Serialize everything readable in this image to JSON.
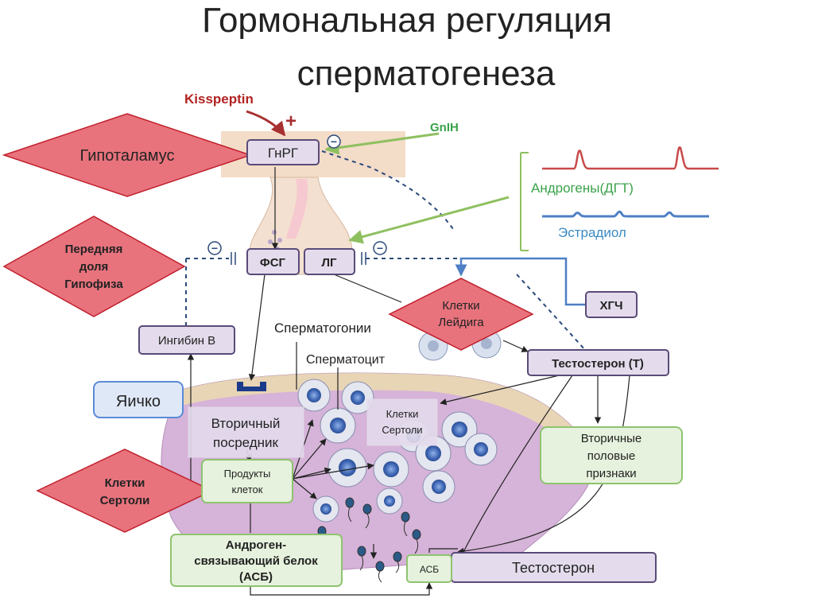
{
  "title": {
    "line1": "Гормональная регуляция",
    "line2": "сперматогенеза"
  },
  "labels": {
    "kisspeptin": "Kisspeptin",
    "gnih": "GnIH",
    "hypothalamus": "Гипоталамус",
    "gnrh": "ГнРГ",
    "anterior_pituitary": [
      "Передняя",
      "доля",
      "Гипофиза"
    ],
    "fsh": "ФСГ",
    "lh": "ЛГ",
    "androgens_dht": "Андрогены(ДГТ)",
    "estradiol": "Эстрадиол",
    "hcg": "ХГЧ",
    "leydig_cells": [
      "Клетки",
      "Лейдига"
    ],
    "inhibin_b": "Ингибин В",
    "spermatogonia": "Сперматогонии",
    "spermatocyte": "Сперматоцит",
    "testosterone_t": "Тестостерон (Т)",
    "testis": "Яичко",
    "secondary_messenger": [
      "Вторичный",
      "посредник"
    ],
    "sertoli_cells_inner": [
      "Клетки",
      "Сертоли"
    ],
    "sertoli_cells": [
      "Клетки",
      "Сертоли"
    ],
    "secondary_sex_traits": [
      "Вторичные",
      "половые",
      "признаки"
    ],
    "cell_products": [
      "Продукты",
      "клеток"
    ],
    "abp": [
      "Андроген-",
      "связывающий белок",
      "(АСБ)"
    ],
    "abp_short": "АСБ",
    "testosterone": "Тестостерон",
    "minus_sign": "−",
    "plus_sign": "+"
  },
  "colors": {
    "diamond_fill": "#e8737d",
    "diamond_stroke": "#c0202c",
    "purple_box_fill": "#e4dcec",
    "purple_box_stroke": "#5a4a78",
    "green_box_fill": "#e6f2dd",
    "green_box_stroke": "#8fc36f",
    "green_arrow": "#8fc060",
    "kisspeptin_red": "#b22222",
    "blue_line": "#4f7fc4",
    "red_wave": "#c84a4a",
    "tubule_fill": "#d6b3d8",
    "cell_blue": "#5a7fc8",
    "gnih_green": "#3aa24a",
    "androgen_text": "#3aa24a",
    "estradiol_text": "#3a8ac4"
  }
}
